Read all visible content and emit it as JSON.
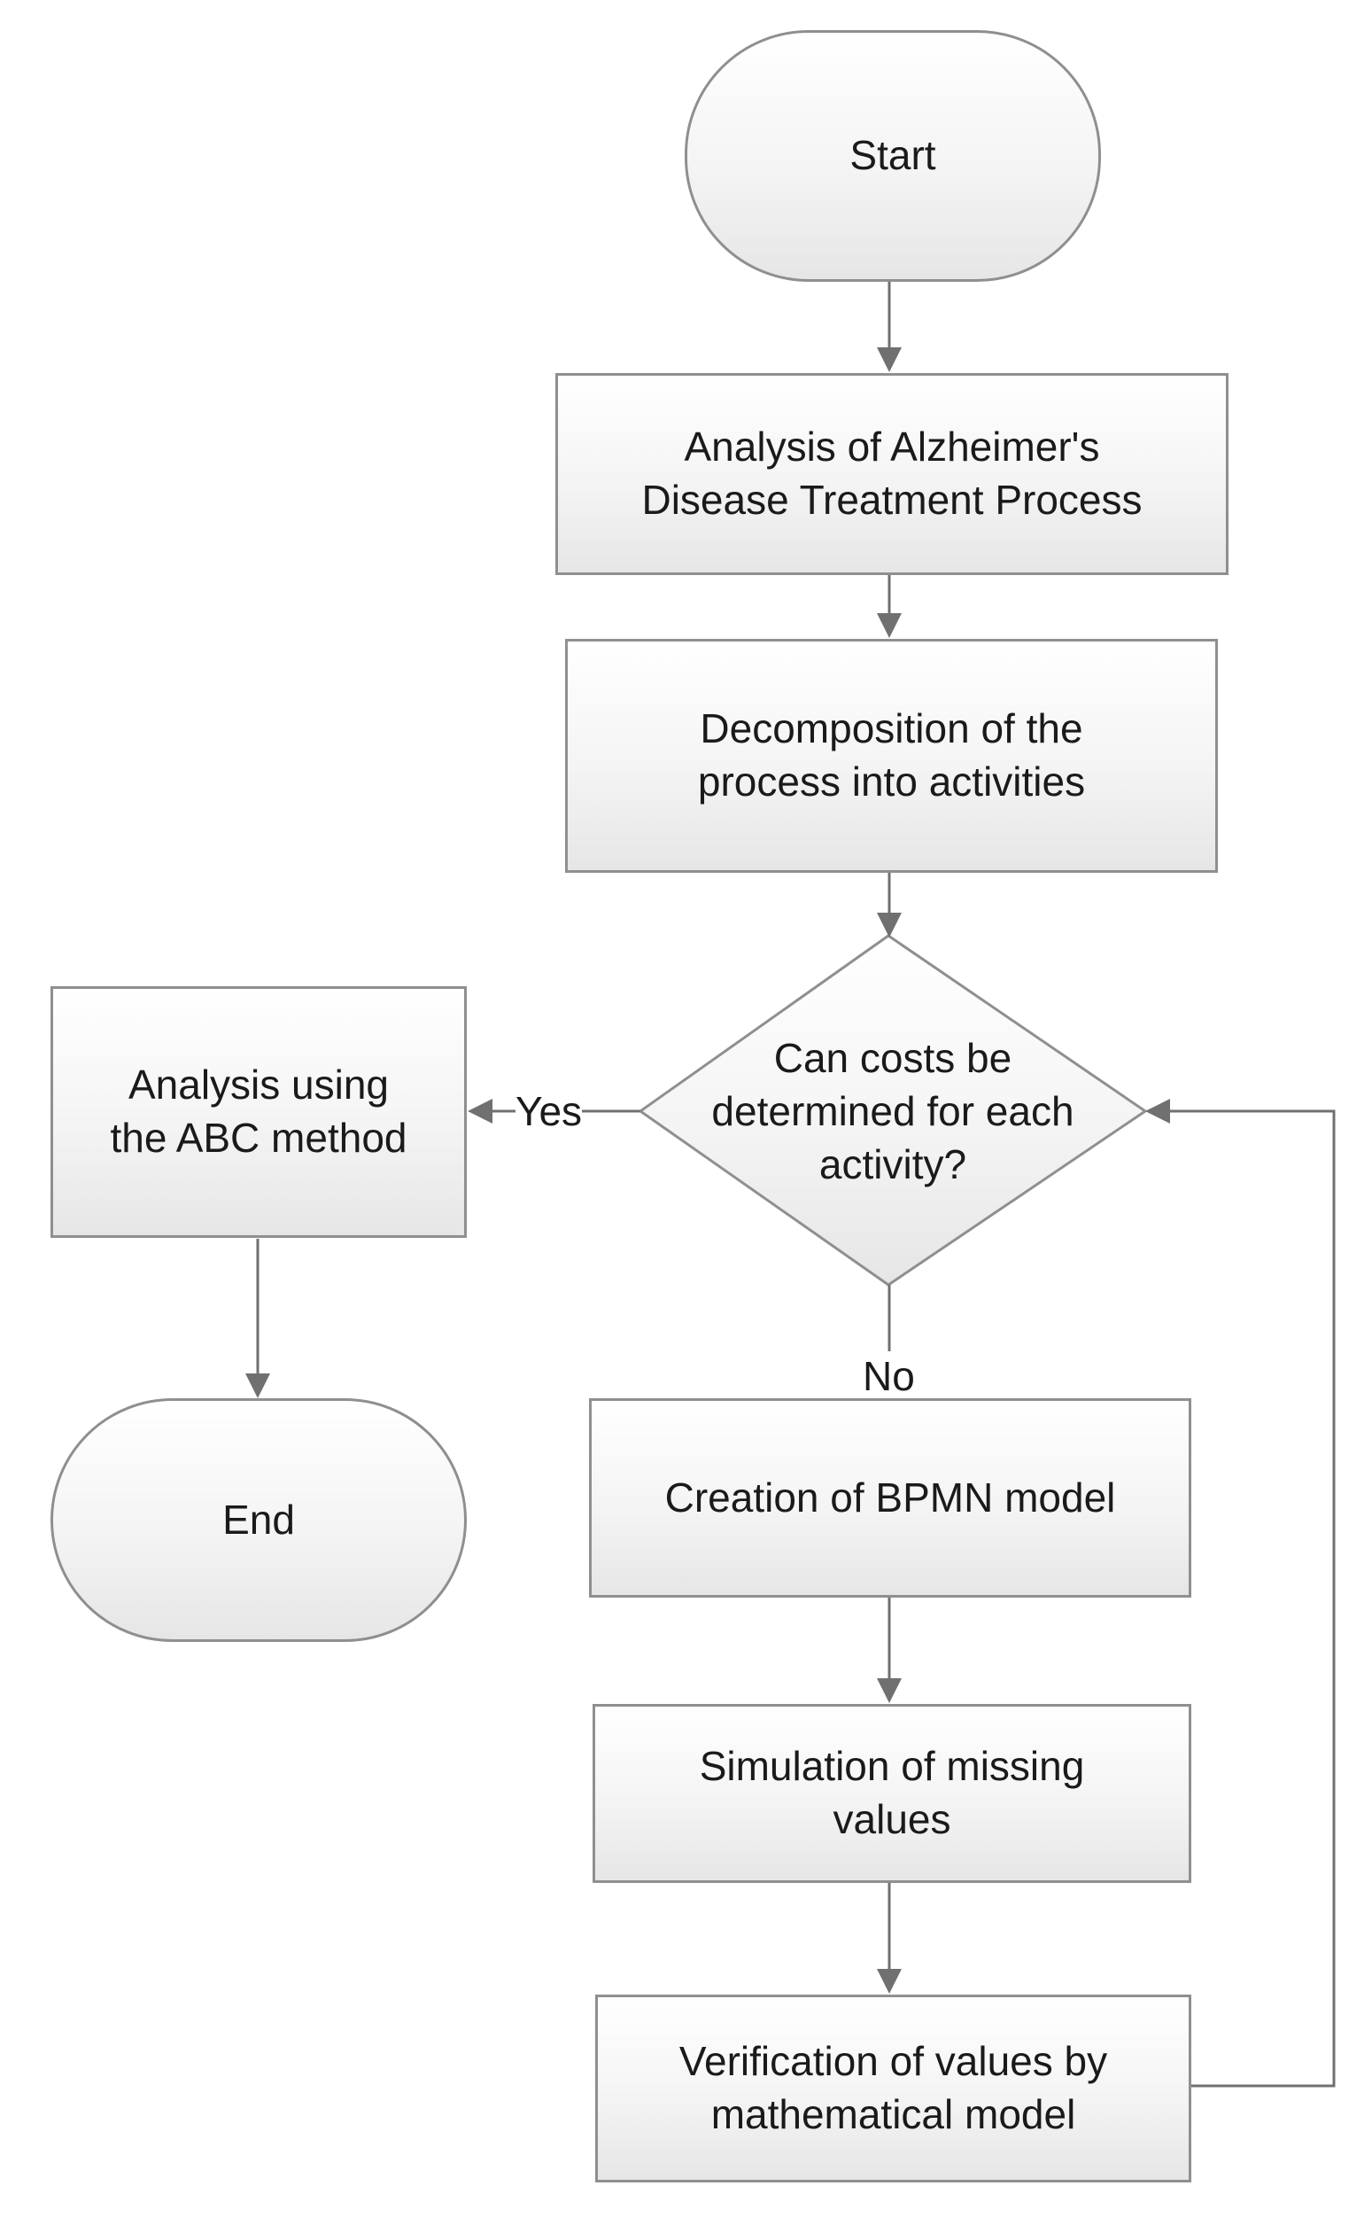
{
  "nodes": {
    "start": "Start",
    "analysis_process": "Analysis of Alzheimer's\nDisease Treatment Process",
    "decomposition": "Decomposition of the\nprocess into activities",
    "decision": "Can costs be\ndetermined for each\nactivity?",
    "abc_analysis": "Analysis using\nthe ABC method",
    "end": "End",
    "bpmn_model": "Creation of BPMN model",
    "simulation": "Simulation of missing\nvalues",
    "verification": "Verification of values by\nmathematical model"
  },
  "edge_labels": {
    "yes": "Yes",
    "no": "No"
  },
  "colors": {
    "stroke": "#8f8f8f",
    "fill_top": "#ffffff",
    "fill_bottom": "#e6e6e6",
    "text": "#1a1a1a"
  }
}
